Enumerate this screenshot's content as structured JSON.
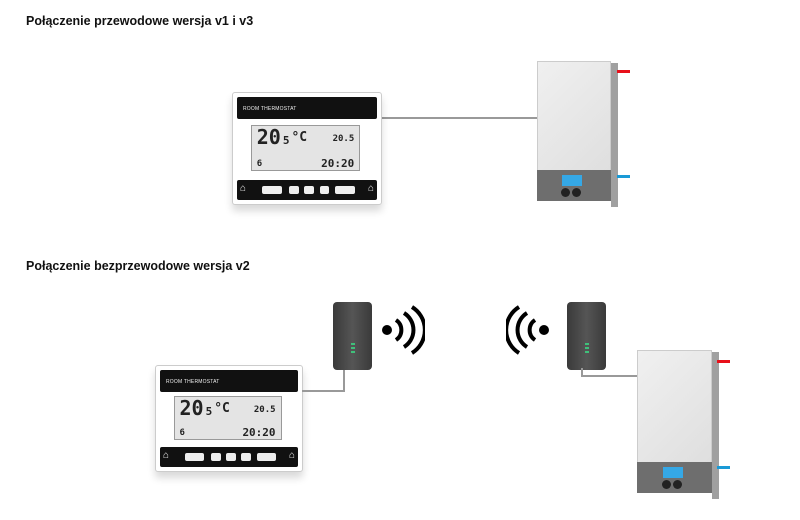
{
  "sections": [
    {
      "title": "Połączenie przewodowe wersja v1 i v3"
    },
    {
      "title": "Połączenie bezprzewodowe wersja v2"
    }
  ],
  "thermostat": {
    "brand": "ROOM THERMOSTAT",
    "temp": "20",
    "temp_decimal": "5",
    "unit": "°C",
    "set_temp": "20.5",
    "program": "6",
    "time": "20:20"
  },
  "colors": {
    "hot_pipe": "#e8101a",
    "cold_pipe": "#1a9ad6",
    "boiler_display": "#35a8e6",
    "module_led": "#3fc07a"
  },
  "icons": [
    "wireless-signal-icon",
    "home-icon"
  ]
}
